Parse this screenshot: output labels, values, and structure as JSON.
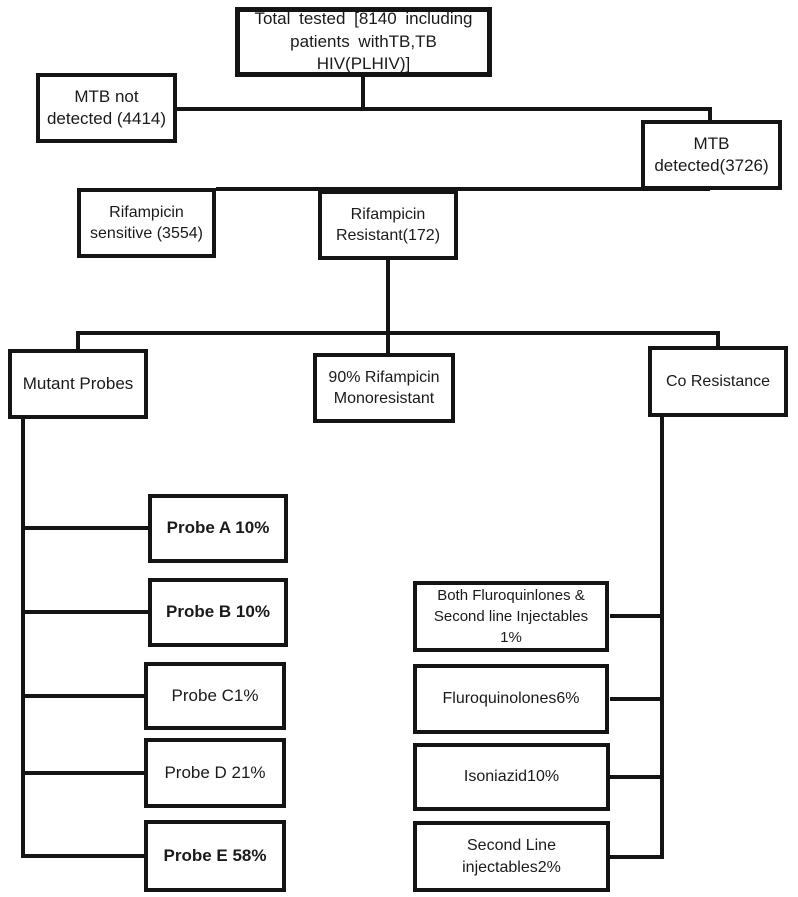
{
  "diagram": {
    "type": "flowchart",
    "colors": {
      "line": "#141414",
      "box_border": "#141414",
      "box_background": "#ffffff",
      "text": "#1a1a1a"
    },
    "nodes": {
      "total_tested": {
        "label": "Total tested [8140 including\npatients withTB,TB\nHIV(PLHIV)]"
      },
      "mtb_not_detected": {
        "label": "MTB not\ndetected (4414)"
      },
      "mtb_detected": {
        "label": "MTB\ndetected(3726)"
      },
      "rifampicin_sensitive": {
        "label": "Rifampicin\nsensitive  (3554)"
      },
      "rifampicin_resistant": {
        "label": "Rifampicin\nResistant(172)"
      },
      "mutant_probes": {
        "label": "Mutant Probes"
      },
      "monoresistant": {
        "label": "90%  Rifampicin\nMonoresistant"
      },
      "co_resistance": {
        "label": "Co Resistance"
      },
      "probe_a": {
        "label": "Probe A 10%"
      },
      "probe_b": {
        "label": "Probe B 10%"
      },
      "probe_c": {
        "label": "Probe C1%"
      },
      "probe_d": {
        "label": "Probe D 21%"
      },
      "probe_e": {
        "label": "Probe E 58%"
      },
      "both_fluroquinlones": {
        "label": "Both Fluroquinlones &\nSecond line Injectables\n1%"
      },
      "fluroquinolones": {
        "label": "Fluroquinolones6%"
      },
      "isoniazid": {
        "label": "Isoniazid10%"
      },
      "second_line_injectables": {
        "label": "Second Line\ninjectables2%"
      }
    },
    "edges": [
      {
        "from": "total_tested",
        "to": "mtb_not_detected"
      },
      {
        "from": "total_tested",
        "to": "mtb_detected"
      },
      {
        "from": "mtb_detected",
        "to": "rifampicin_sensitive"
      },
      {
        "from": "mtb_detected",
        "to": "rifampicin_resistant"
      },
      {
        "from": "rifampicin_resistant",
        "to": "mutant_probes"
      },
      {
        "from": "rifampicin_resistant",
        "to": "monoresistant"
      },
      {
        "from": "rifampicin_resistant",
        "to": "co_resistance"
      },
      {
        "from": "mutant_probes",
        "to": "probe_a"
      },
      {
        "from": "mutant_probes",
        "to": "probe_b"
      },
      {
        "from": "mutant_probes",
        "to": "probe_c"
      },
      {
        "from": "mutant_probes",
        "to": "probe_d"
      },
      {
        "from": "mutant_probes",
        "to": "probe_e"
      },
      {
        "from": "co_resistance",
        "to": "both_fluroquinlones"
      },
      {
        "from": "co_resistance",
        "to": "fluroquinolones"
      },
      {
        "from": "co_resistance",
        "to": "isoniazid"
      },
      {
        "from": "co_resistance",
        "to": "second_line_injectables"
      }
    ]
  }
}
